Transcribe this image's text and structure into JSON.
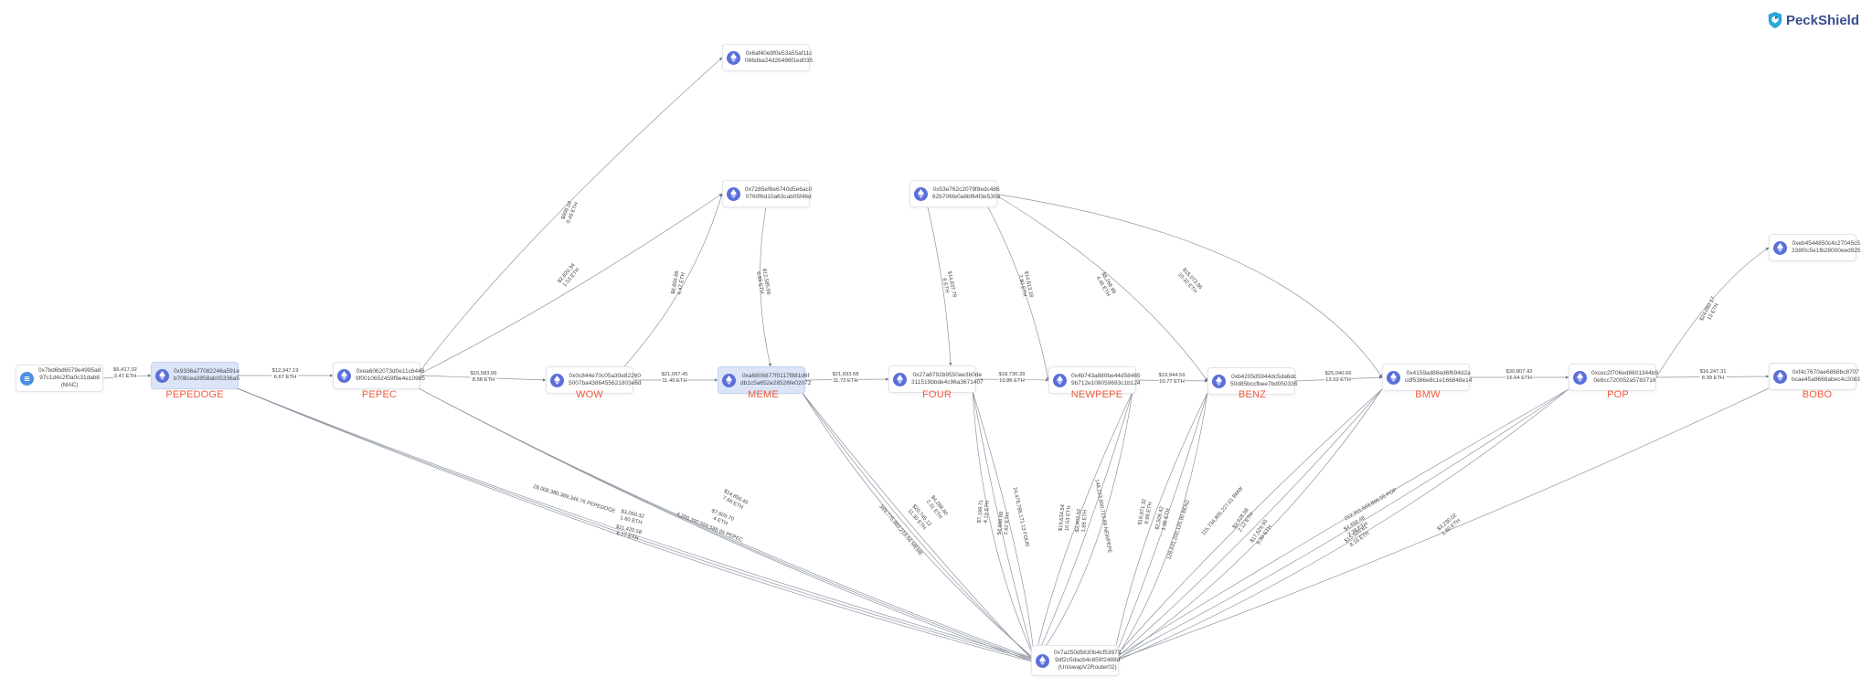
{
  "brand": {
    "name": "PeckShield",
    "logo_icon": "peckshield-logo-icon"
  },
  "colors": {
    "token_label": "#f05a3c",
    "node_icon": "#5b6fd9",
    "edge": "#8e96a3",
    "highlight": "#dbe5f7"
  },
  "nodes": {
    "src": {
      "addr": "0x7bd6bd6579e4995a8\n97c1d4c2f0a0c31dab8\n(MAC)",
      "icon": "exchange-icon",
      "highlight": false
    },
    "pepedoge": {
      "addr": "0x9336a77082246a591e\nb708cea3958ab05336a5",
      "icon": "ethereum-icon",
      "highlight": true,
      "token": "PEPEDOGE"
    },
    "pepec": {
      "addr": "0xea6062073d0e11c6448\n9f0010652459f9e4e10985",
      "icon": "ethereum-icon",
      "highlight": false,
      "token": "PEPEC"
    },
    "wow": {
      "addr": "0x0c844e70c05a30e82260\n5007ba4386455621803e6d",
      "icon": "ethereum-icon",
      "highlight": false,
      "token": "WOW"
    },
    "meme": {
      "addr": "0xa6806877f0117f881d6f\ndb1c5a652e28526fe02072",
      "icon": "ethereum-icon",
      "highlight": true,
      "token": "MEME"
    },
    "four": {
      "addr": "0x27a8792b9550ae3b0de\n311519bbde4c96a3671407",
      "icon": "ethereum-icon",
      "highlight": false,
      "token": "FOUR"
    },
    "newpepe": {
      "addr": "0x4b743a880be44d58465\n9b712e108059693c1b124",
      "icon": "ethereum-icon",
      "highlight": false,
      "token": "NEWPEPE"
    },
    "benz": {
      "addr": "0xb4205d5944dc5da6dc\n50d85bccfbee7bd050336",
      "icon": "ethereum-icon",
      "highlight": false,
      "token": "BENZ"
    },
    "bmw": {
      "addr": "0x4159ad86ed6f694d2a\ncdf5386e8c1e166848e14",
      "icon": "ethereum-icon",
      "highlight": false,
      "token": "BMW"
    },
    "pop": {
      "addr": "0xcec2f706ed8601344b9\n0e8cc720052a5783716",
      "icon": "ethereum-icon",
      "highlight": false,
      "token": "POP"
    },
    "bobo": {
      "addr": "0xf4c7670ae6868bc8707\nbcae45a9668abec4c2083",
      "icon": "ethereum-icon",
      "highlight": false,
      "token": "BOBO"
    },
    "t1": {
      "addr": "0x6af40e8f0e53a55af11c\n066dba24d2b496f1ed035",
      "icon": "ethereum-icon",
      "highlight": false
    },
    "t2": {
      "addr": "0x7285ef6e6740d5e6ac0\n0760f6d10a63cab05f46d",
      "icon": "ethereum-icon",
      "highlight": false
    },
    "t3": {
      "addr": "0x53e762c2079f8edc486\n62b706fe0a6bf64f3e530a",
      "icon": "ethereum-icon",
      "highlight": false
    },
    "t4": {
      "addr": "0xeb4544850c4c27045c5\n338f0c5e1fb28000eed925",
      "icon": "ethereum-icon",
      "highlight": false
    },
    "router": {
      "addr": "0x7a250d5630b4cf53973\n9df2c5dacb4c659f2488d\n(UniswapV2Router02)",
      "icon": "ethereum-icon",
      "highlight": false
    }
  },
  "edges": [
    {
      "id": "e_src_pepedoge",
      "label": "$6,417.02\n3.47 ETH"
    },
    {
      "id": "e_pepedoge_pepec",
      "label": "$12,347.19\n6.67 ETH"
    },
    {
      "id": "e_pepec_wow",
      "label": "$15,583.06\n8.58 ETH"
    },
    {
      "id": "e_wow_meme",
      "label": "$21,097.45\n11.40 ETH"
    },
    {
      "id": "e_meme_four",
      "label": "$21,693.58\n11.72 ETH"
    },
    {
      "id": "e_four_newpepe",
      "label": "$18,730.39\n10.86 ETH"
    },
    {
      "id": "e_newpepe_benz",
      "label": "$19,944.59\n10.77 ETH"
    },
    {
      "id": "e_benz_bmw",
      "label": "$25,040.66\n13.53 ETH"
    },
    {
      "id": "e_bmw_pop",
      "label": "$30,807.42\n16.64 ETH"
    },
    {
      "id": "e_pop_bobo",
      "label": "$16,247.31\n8.39 ETH"
    },
    {
      "id": "e_pepec_t1",
      "label": "$909.10\n0.49 ETH"
    },
    {
      "id": "e_pepec_t2",
      "label": "$2,820.34\n1.53 ETH"
    },
    {
      "id": "e_wow_t2",
      "label": "$8,856.88\n4.47 ETH"
    },
    {
      "id": "e_t2_meme",
      "label": "$12,585.66\n6.69 ETH"
    },
    {
      "id": "e_t3_four",
      "label": "$14,837.78\n8 ETH"
    },
    {
      "id": "e_t3_newpepe",
      "label": "$14,613.18\n7.90 ETH"
    },
    {
      "id": "e_t3_benz",
      "label": "$8,268.99\n4.46 ETH"
    },
    {
      "id": "e_t3_bmw",
      "label": "$18,073.96\n10.32 ETH"
    },
    {
      "id": "e_pop_t4",
      "label": "$24,092.17\n13 ETH"
    },
    {
      "id": "e_pepedoge_r1",
      "label": "28,008,380,389,346.76 PEPEDOGE"
    },
    {
      "id": "e_pepedoge_r2",
      "label": "$3,050.32\n1.60 ETH"
    },
    {
      "id": "e_pepedoge_r3",
      "label": "$11,420.58\n6.17 ETH"
    },
    {
      "id": "e_pepec_r1",
      "label": "$14,850.45\n7.66 ETH"
    },
    {
      "id": "e_pepec_r2",
      "label": "$7,609.70\n4 ETH"
    },
    {
      "id": "e_pepec_r3",
      "label": "4,200,390,559,588.95 PEPEC"
    },
    {
      "id": "e_meme_r1",
      "label": "$4,288.60\n2.31 ETH"
    },
    {
      "id": "e_meme_r2",
      "label": "$20,745.12\n11.30 ETH"
    },
    {
      "id": "e_meme_r3",
      "label": "389,775,960,219.56 MEME"
    },
    {
      "id": "e_four_r1",
      "label": "$7,199.71\n4.19 ETH"
    },
    {
      "id": "e_four_r2",
      "label": "$4,898.88\n2.62 ETH"
    },
    {
      "id": "e_four_r3",
      "label": "24,478,786,171.13 FOUR"
    },
    {
      "id": "e_newpepe_r1",
      "label": "$19,634.54\n10.53 ETH"
    },
    {
      "id": "e_newpepe_r2",
      "label": "$3,402.52\n1.85 ETH"
    },
    {
      "id": "e_newpepe_r3",
      "label": "148,223,900,713.89 NEWPEPE"
    },
    {
      "id": "e_benz_r1",
      "label": "$16,871.32\n8.99 ETH"
    },
    {
      "id": "e_benz_r2",
      "label": "$2,508.42\n1.36 ETH"
    },
    {
      "id": "e_benz_r3",
      "label": "128,631,200,125.90 BENZ"
    },
    {
      "id": "e_bmw_r1",
      "label": "115,734,805,227.01 BMW"
    },
    {
      "id": "e_bmw_r2",
      "label": "$3,928.58\n2.12 ETH"
    },
    {
      "id": "e_bmw_r3",
      "label": "$17,529.90\n9.30 ETH"
    },
    {
      "id": "e_pop_r1",
      "label": "212,311,503,866.55 POP"
    },
    {
      "id": "e_pop_r2",
      "label": "$4,458.48\n2.38 ETH"
    },
    {
      "id": "e_pop_r3",
      "label": "$15,506.81\n8.16 ETH"
    },
    {
      "id": "e_bobo_r1",
      "label": "$3,230.02\n1.80 ETH"
    }
  ]
}
